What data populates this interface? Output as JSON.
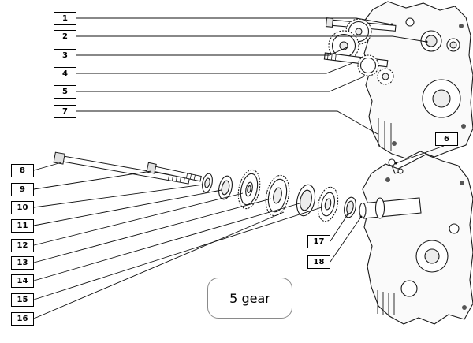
{
  "colors": {
    "background": "#ffffff",
    "line": "#1a1a1a"
  },
  "caption": {
    "text": "5 gear"
  },
  "callouts": [
    {
      "label": "1"
    },
    {
      "label": "2"
    },
    {
      "label": "3"
    },
    {
      "label": "4"
    },
    {
      "label": "5"
    },
    {
      "label": "6"
    },
    {
      "label": "7"
    },
    {
      "label": "8"
    },
    {
      "label": "9"
    },
    {
      "label": "10"
    },
    {
      "label": "11"
    },
    {
      "label": "12"
    },
    {
      "label": "13"
    },
    {
      "label": "14"
    },
    {
      "label": "15"
    },
    {
      "label": "16"
    },
    {
      "label": "17"
    },
    {
      "label": "18"
    }
  ]
}
